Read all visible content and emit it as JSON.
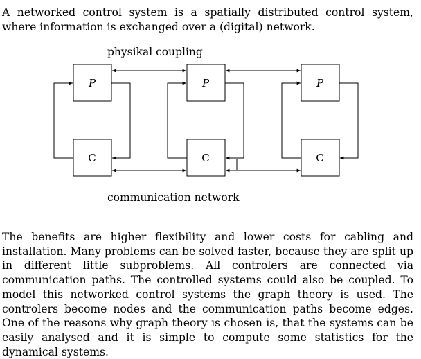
{
  "intro": "A networked control system is a spatially distributed control system, where information is exchanged over a (digital) network.",
  "diagram": {
    "top_label": "physikal coupling",
    "bottom_label": "communication network",
    "plant_label": "P",
    "controller_label": "C"
  },
  "body": "The benefits are higher flexibility and lower costs for cabling and installation. Many problems can be solved faster, because they are split up in different little subproblems. All controlers are connected via communication paths. The controlled systems could also be coupled. To model this networked control systems the graph theory is used. The controlers become nodes and the communication paths become edges. One of the reasons why graph theory is chosen is, that the systems can be easily analysed and it is simple to compute some statistics for the dynamical systems."
}
